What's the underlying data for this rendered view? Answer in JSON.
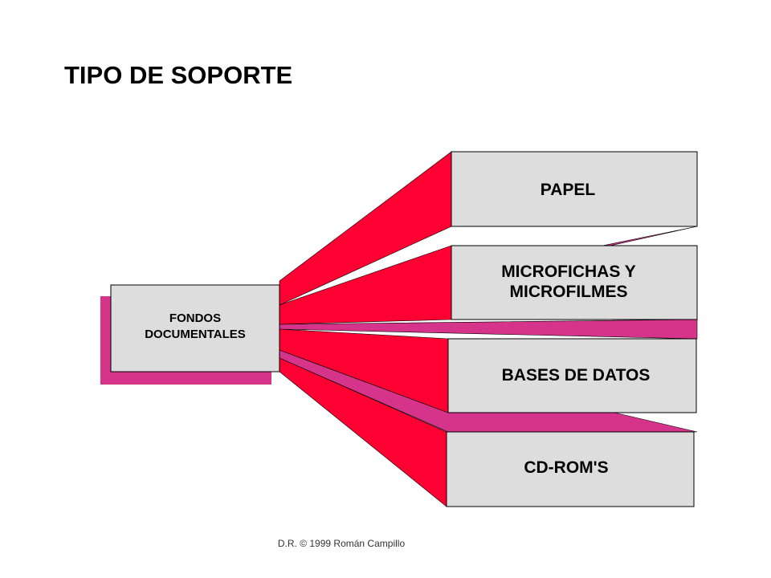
{
  "title": "TIPO DE SOPORTE",
  "source": {
    "line1": "FONDOS",
    "line2": "DOCUMENTALES"
  },
  "targets": [
    {
      "lines": [
        "PAPEL"
      ]
    },
    {
      "lines": [
        "MICROFICHAS Y",
        "MICROFILMES"
      ]
    },
    {
      "lines": [
        "BASES DE DATOS"
      ]
    },
    {
      "lines": [
        "CD-ROM'S"
      ]
    }
  ],
  "footer": "D.R. © 1999 Román Campillo",
  "colors": {
    "connector_face": "#ff0033",
    "connector_side": "#d6338a",
    "box_fill": "#dddddd",
    "shadow": "#d6338a"
  }
}
